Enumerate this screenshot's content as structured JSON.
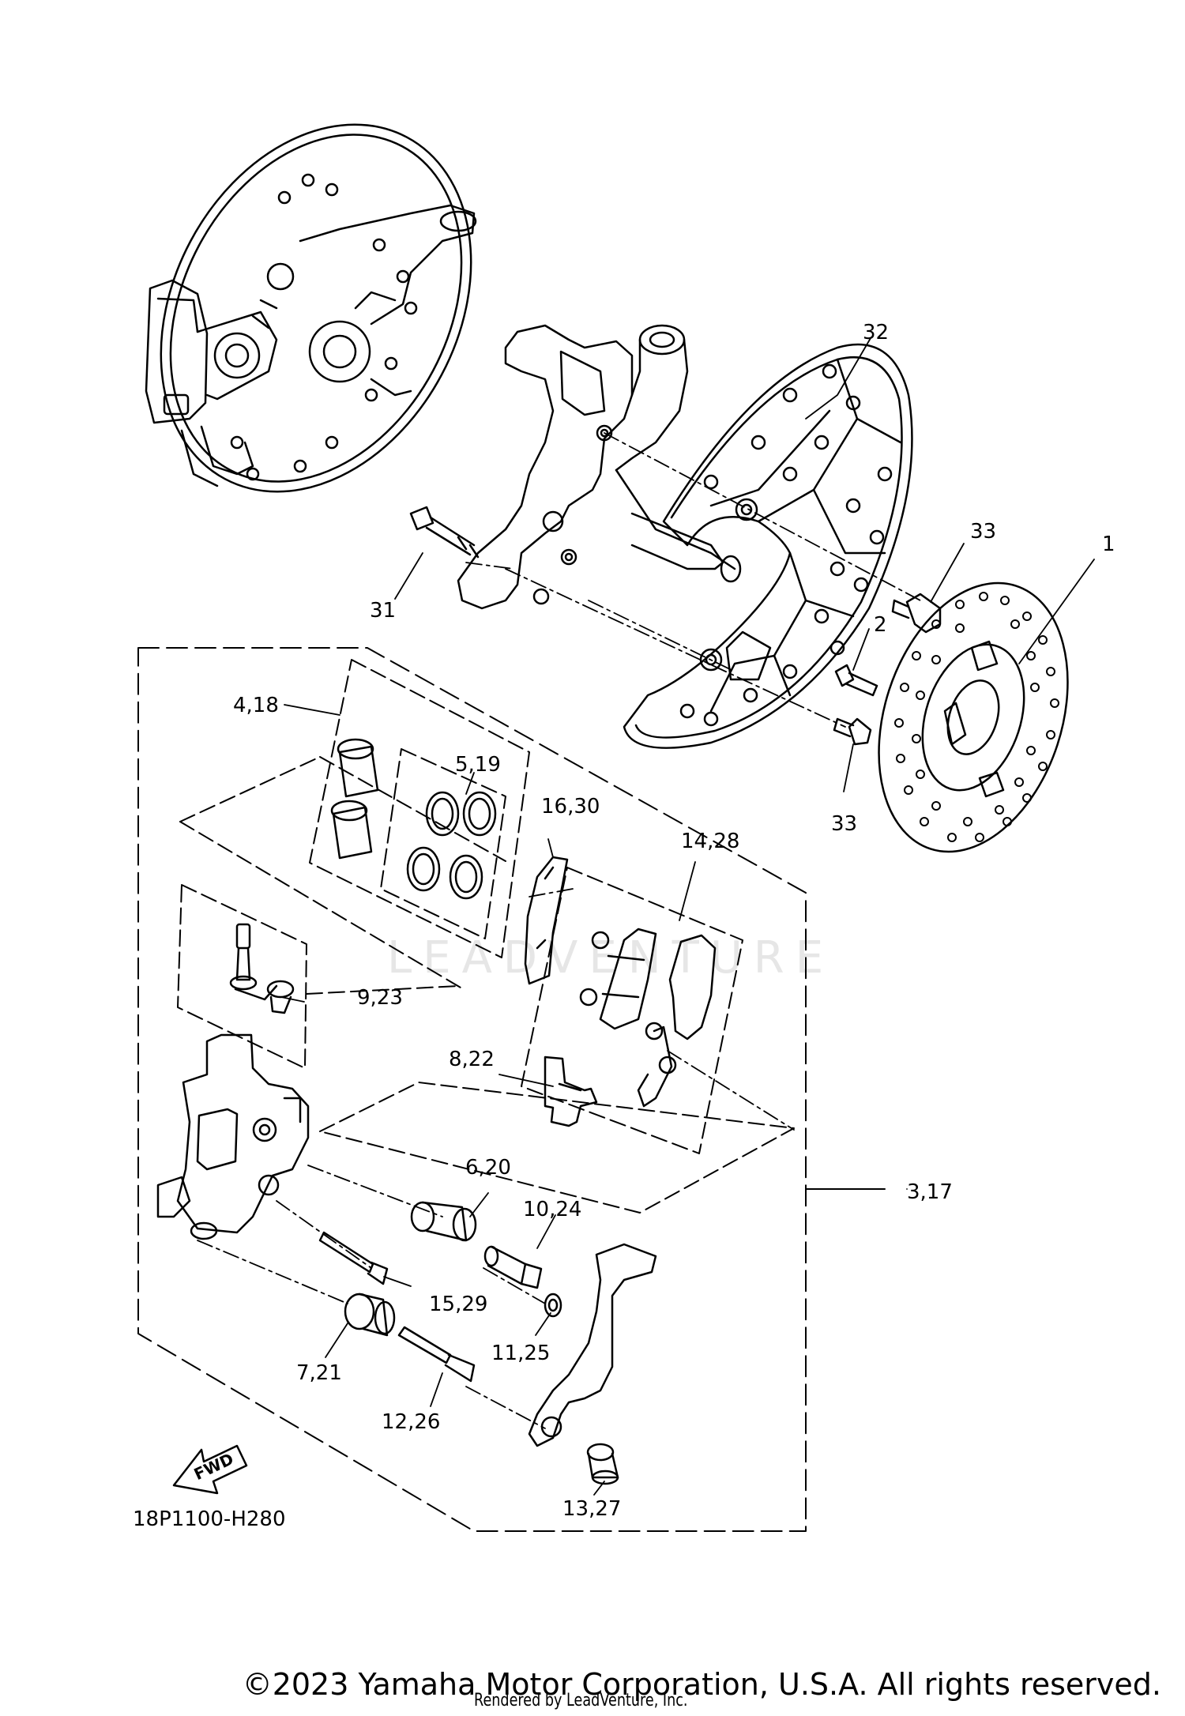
{
  "diagram": {
    "figure_code": "18P1100-H280",
    "fwd_label": "FWD",
    "watermark": "LEADVENTURE",
    "callouts": [
      "1",
      "2",
      "3,17",
      "4,18",
      "5,19",
      "6,20",
      "7,21",
      "8,22",
      "9,23",
      "10,24",
      "11,25",
      "12,26",
      "13,27",
      "14,28",
      "15,29",
      "16,30",
      "31",
      "32",
      "33",
      "33"
    ]
  },
  "footer": {
    "copyright": "©2023 Yamaha Motor Corporation, U.S.A. All rights reserved.",
    "rendered_by": "Rendered by LeadVenture, Inc."
  }
}
